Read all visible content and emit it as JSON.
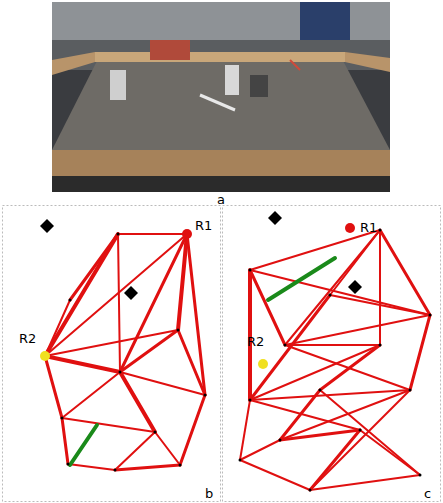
{
  "diagram": {
    "labels": [
      "a",
      "R1",
      "R2",
      "R1",
      "R2",
      "b",
      "c"
    ]
  }
}
